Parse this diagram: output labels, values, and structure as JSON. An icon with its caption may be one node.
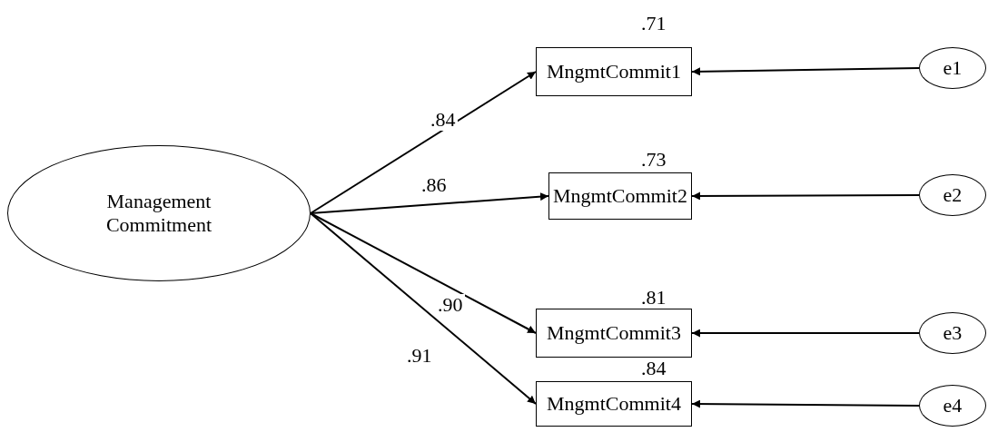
{
  "diagram": {
    "nodes": [
      {
        "text": [
          "Management Commitment"
        ]
      },
      {
        "text": [
          "MngmtCommit1"
        ],
        "beside": [
          ".71"
        ]
      },
      {
        "text": [
          "MngmtCommit2"
        ],
        "beside": [
          ".73"
        ]
      },
      {
        "text": [
          "MngmtCommit3"
        ],
        "beside": [
          ".81"
        ]
      },
      {
        "text": [
          "MngmtCommit4"
        ],
        "beside": [
          ".84"
        ]
      },
      {
        "text": [
          "e1"
        ]
      },
      {
        "text": [
          "e2"
        ]
      },
      {
        "text": [
          "e3"
        ]
      },
      {
        "text": [
          "e4"
        ]
      }
    ],
    "edges": [
      {
        "from": 0,
        "to": 1,
        "arrow": "to",
        "label": ".84"
      },
      {
        "from": 0,
        "to": 2,
        "arrow": "to",
        "label": ".86"
      },
      {
        "from": 0,
        "to": 3,
        "arrow": "to",
        "label": ".90"
      },
      {
        "from": 0,
        "to": 4,
        "arrow": "to",
        "label": ".91"
      },
      {
        "from": 5,
        "to": 1,
        "arrow": "to"
      },
      {
        "from": 6,
        "to": 2,
        "arrow": "to"
      },
      {
        "from": 7,
        "to": 3,
        "arrow": "to"
      },
      {
        "from": 8,
        "to": 4,
        "arrow": "to"
      }
    ]
  }
}
